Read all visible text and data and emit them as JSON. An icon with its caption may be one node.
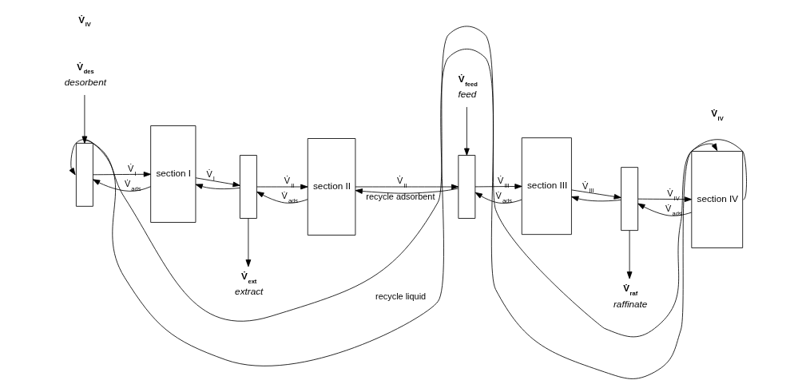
{
  "diagram": {
    "nodes": [
      {
        "text": [],
        "shape": "box"
      },
      {
        "text": [
          "section I"
        ]
      },
      {
        "text": [],
        "shape": "box"
      },
      {
        "text": [
          "section II"
        ]
      },
      {
        "text": [],
        "shape": "box"
      },
      {
        "text": [
          "section III"
        ]
      },
      {
        "text": [],
        "shape": "box"
      },
      {
        "text": [
          "section IV"
        ]
      },
      {
        "text": [
          "V̇$_{des}$",
          "desorbent"
        ]
      },
      {
        "text": [
          "V̇$_{ext}$",
          "extract"
        ]
      },
      {
        "text": [
          "V̇$_{feed}$",
          "feed"
        ]
      },
      {
        "text": [
          "V̇$_{raf}$",
          "raffinate"
        ]
      }
    ],
    "edges": [
      {
        "from": 0,
        "to": 1,
        "arrow": "to",
        "label": "V̇$_{I}$"
      },
      {
        "from": 1,
        "to": 2,
        "arrow": "to",
        "label": "V̇$_{I}$"
      },
      {
        "from": 2,
        "to": 3,
        "arrow": "to",
        "label": "V̇$_{II}$"
      },
      {
        "from": 3,
        "to": 4,
        "arrow": "to",
        "label": "V̇$_{II}$"
      },
      {
        "from": 4,
        "to": 5,
        "arrow": "to",
        "label": "V̇$_{III}$"
      },
      {
        "from": 5,
        "to": 6,
        "arrow": "to",
        "label": "V̇$_{III}$"
      },
      {
        "from": 6,
        "to": 7,
        "arrow": "to",
        "label": "V̇$_{IV}$"
      },
      {
        "from": 7,
        "to": 0,
        "arrow": "to",
        "label": "recycle liquid"
      },
      {
        "from": 1,
        "to": 0,
        "arrow": "to",
        "label": "V̇$_{ads}$"
      },
      {
        "from": 2,
        "to": 1,
        "arrow": "to"
      },
      {
        "from": 3,
        "to": 2,
        "arrow": "to",
        "label": "V̇$_{ads}$"
      },
      {
        "from": 4,
        "to": 3,
        "arrow": "to"
      },
      {
        "from": 5,
        "to": 4,
        "arrow": "to",
        "label": "V̇$_{ads}$"
      },
      {
        "from": 6,
        "to": 5,
        "arrow": "to"
      },
      {
        "from": 7,
        "to": 6,
        "arrow": "to",
        "label": "V̇$_{ads}$"
      },
      {
        "from": 0,
        "to": 7,
        "arrow": "to",
        "label": "recycle adsorbent"
      },
      {
        "from": 8,
        "to": 0,
        "arrow": "to"
      },
      {
        "from": 2,
        "to": 9,
        "arrow": "to"
      },
      {
        "from": 10,
        "to": 4,
        "arrow": "to"
      },
      {
        "from": 6,
        "to": 11,
        "arrow": "to"
      }
    ],
    "labels": [
      "V̇$_{IV}$",
      "V̇$_{IV}$"
    ]
  }
}
